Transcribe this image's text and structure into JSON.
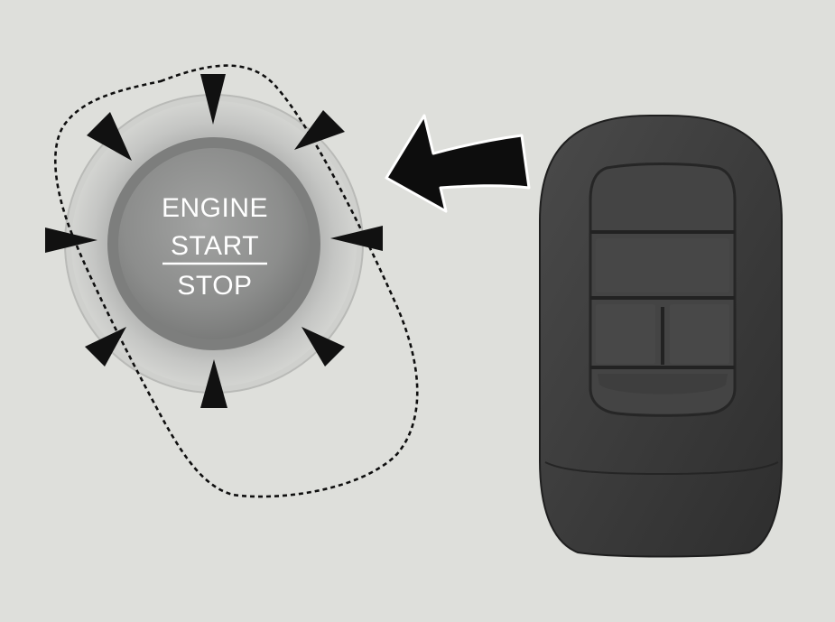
{
  "button": {
    "line1": "ENGINE",
    "line2": "START",
    "line3": "STOP"
  },
  "icons": {
    "pointer_markers": "triangle-pointer-icon",
    "direction_arrow": "curved-arrow-left-icon",
    "key_fob": "smart-key-fob-icon"
  },
  "colors": {
    "background": "#dedfdb",
    "button_face": "#8f9090",
    "button_halo": "#bdbebd",
    "fob_body": "#3b3b3b",
    "markers": "#111111"
  }
}
